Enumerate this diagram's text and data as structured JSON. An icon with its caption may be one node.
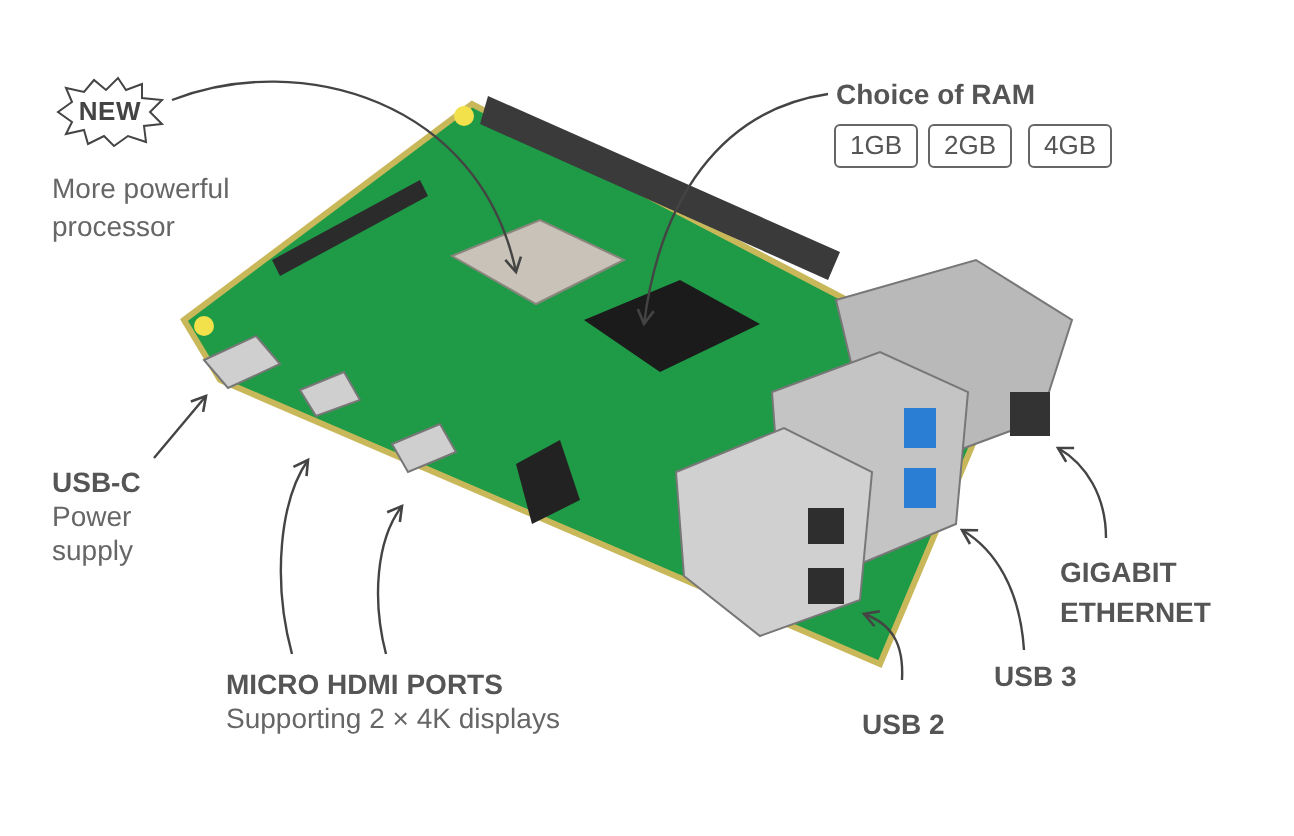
{
  "diagram": {
    "nodes": [
      {
        "text": [
          "NEW"
        ],
        "beside": [
          "More powerful processor"
        ]
      },
      {
        "text": [
          "Choice of RAM"
        ]
      },
      {
        "text": [
          "1GB"
        ]
      },
      {
        "text": [
          "2GB"
        ]
      },
      {
        "text": [
          "4GB"
        ]
      },
      {
        "text": [
          "USB-C",
          "Power supply"
        ]
      },
      {
        "text": [
          "MICRO HDMI PORTS",
          "Supporting 2 × 4K displays"
        ]
      },
      {
        "text": [
          "USB 2"
        ]
      },
      {
        "text": [
          "USB 3"
        ]
      },
      {
        "text": [
          "GIGABIT ETHERNET"
        ]
      }
    ],
    "edges": [
      {
        "from": 0,
        "to": null,
        "arrow": "to"
      },
      {
        "from": 1,
        "to": null,
        "arrow": "to"
      },
      {
        "from": 5,
        "to": null,
        "arrow": "to"
      },
      {
        "from": 6,
        "to": null,
        "arrow": "to"
      },
      {
        "from": 6,
        "to": null,
        "arrow": "to"
      },
      {
        "from": 7,
        "to": null,
        "arrow": "to"
      },
      {
        "from": 8,
        "to": null,
        "arrow": "to"
      },
      {
        "from": 9,
        "to": null,
        "arrow": "to"
      }
    ]
  }
}
